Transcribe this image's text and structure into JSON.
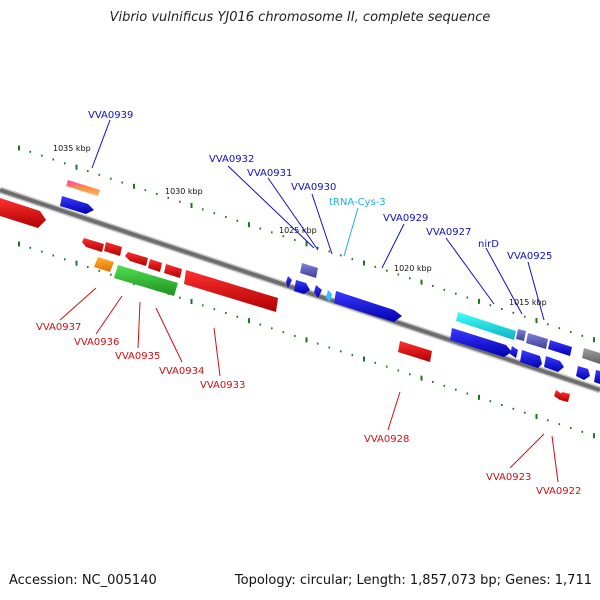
{
  "title": "Vibrio vulnificus YJ016 chromosome II, complete sequence",
  "footer": {
    "accession": "Accession: NC_005140",
    "topology": "Topology: circular; Length: 1,857,073 bp; Genes: 1,711"
  },
  "scale_labels": [
    "1035 kbp",
    "1030 kbp",
    "1025 kbp",
    "1020 kbp",
    "1015 kbp"
  ],
  "colors": {
    "backbone": "#808080",
    "forward": "#1010e8",
    "reverse": "#e81010",
    "trna": "#1aa0e0",
    "label_forward": "#1010c0",
    "label_reverse": "#d01010",
    "label_trna": "#20b0e0",
    "tick": "#1a7a1a"
  },
  "genes": {
    "top": [
      {
        "name": "VVA0939",
        "color": "#1010c0"
      },
      {
        "name": "VVA0932",
        "color": "#1010c0"
      },
      {
        "name": "VVA0931",
        "color": "#1010c0"
      },
      {
        "name": "VVA0930",
        "color": "#1010c0"
      },
      {
        "name": "tRNA-Cys-3",
        "color": "#20b0e0"
      },
      {
        "name": "VVA0929",
        "color": "#1010c0"
      },
      {
        "name": "VVA0927",
        "color": "#1010c0"
      },
      {
        "name": "nirD",
        "color": "#1010c0"
      },
      {
        "name": "VVA0925",
        "color": "#1010c0"
      }
    ],
    "bottom": [
      {
        "name": "VVA0937",
        "color": "#d01010"
      },
      {
        "name": "VVA0936",
        "color": "#d01010"
      },
      {
        "name": "VVA0935",
        "color": "#d01010"
      },
      {
        "name": "VVA0934",
        "color": "#d01010"
      },
      {
        "name": "VVA0933",
        "color": "#d01010"
      },
      {
        "name": "VVA0928",
        "color": "#d01010"
      },
      {
        "name": "VVA0923",
        "color": "#d01010"
      },
      {
        "name": "VVA0922",
        "color": "#d01010"
      }
    ]
  }
}
